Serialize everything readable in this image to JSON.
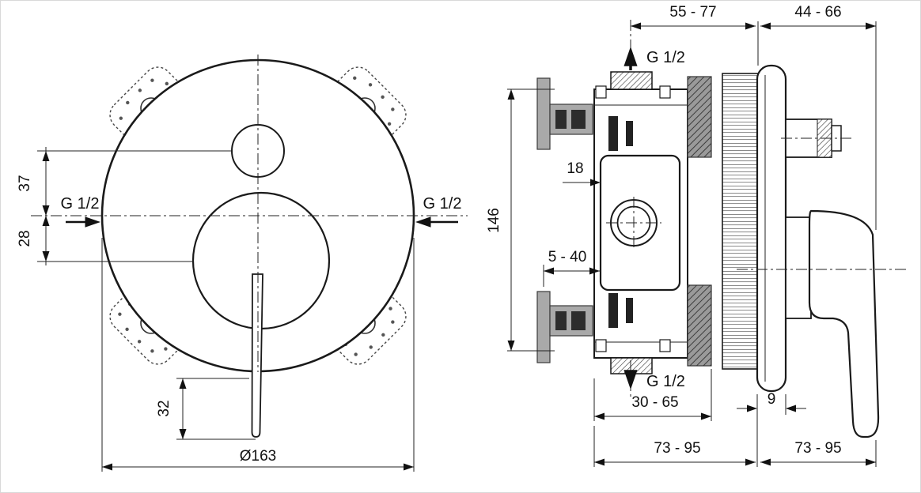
{
  "drawing_title": "concealed-shower-mixer-dimensional-drawing",
  "colors": {
    "line": "#1a1a1a",
    "dimension": "#222222",
    "gray_part": "#a9a9a9",
    "slot": "#2d2d2d",
    "hatch": "#3c3c3c",
    "background": "#ffffff"
  },
  "front_view": {
    "dim_37": "37",
    "dim_28": "28",
    "g_left": "G 1/2",
    "g_right": "G 1/2",
    "dim_32": "32",
    "dim_diameter": "Ø163"
  },
  "side_view": {
    "dim_top_left": "55 - 77",
    "dim_top_right": "44 - 66",
    "g_top": "G 1/2",
    "dim_height": "146",
    "dim_18": "18",
    "dim_5_40": "5 - 40",
    "g_bottom": "G 1/2",
    "dim_9": "9",
    "dim_30_65": "30 - 65",
    "dim_73_95_left": "73 - 95",
    "dim_73_95_right": "73 - 95"
  }
}
